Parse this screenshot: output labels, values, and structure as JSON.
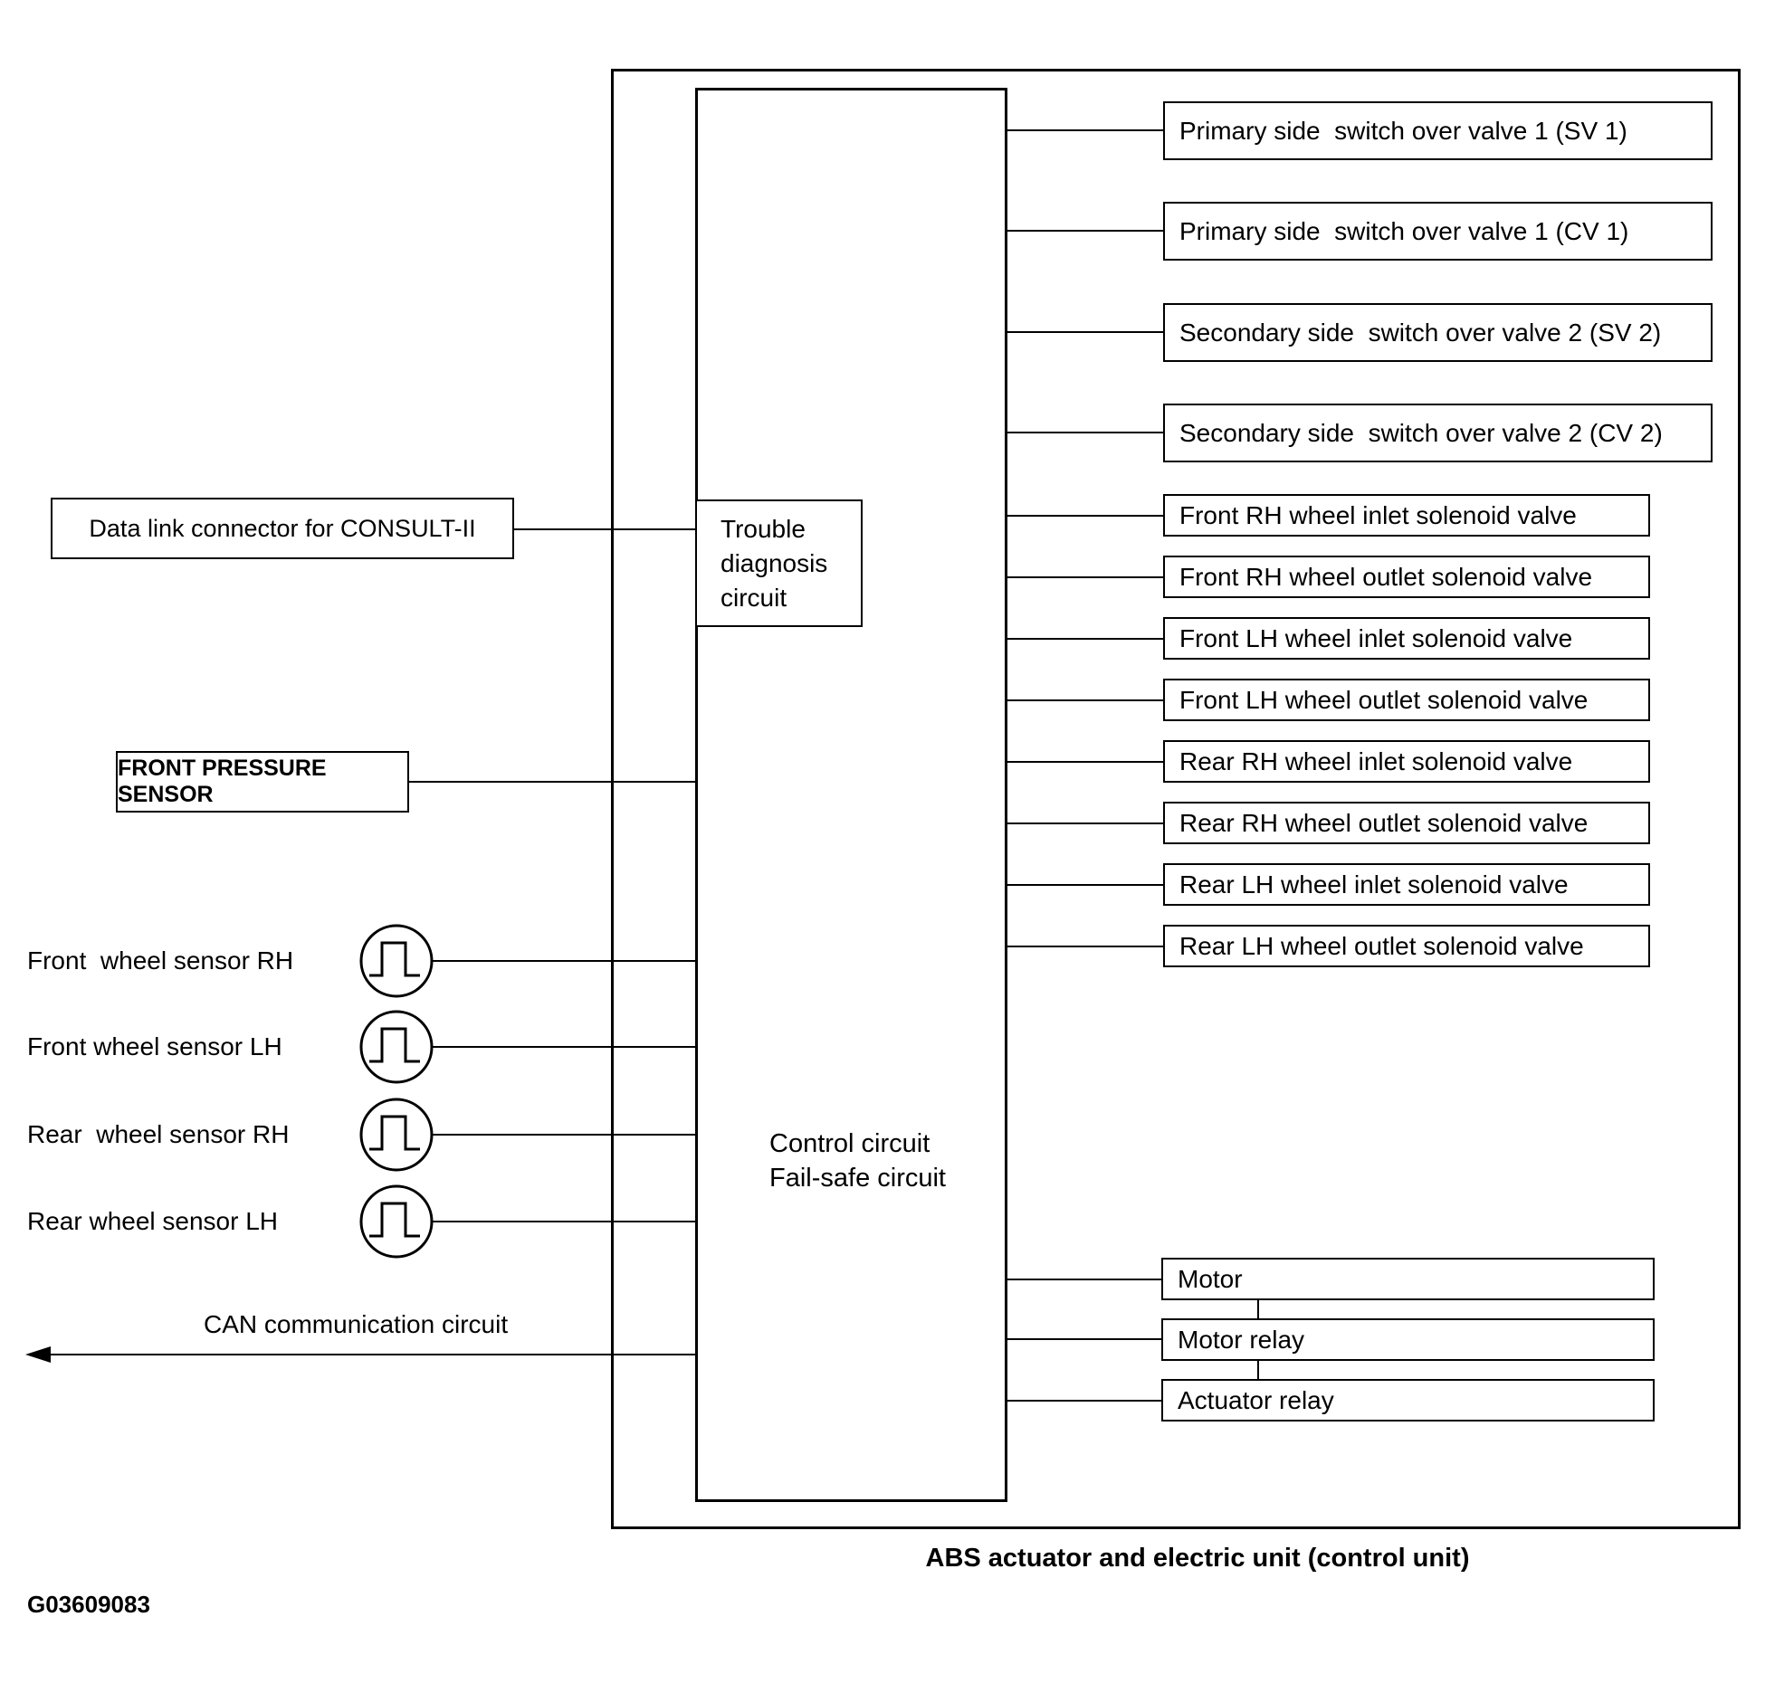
{
  "footer": {
    "caption": "ABS actuator and electric unit (control unit)",
    "figure_id": "G03609083"
  },
  "control_unit": {
    "control_circuit_label": "Control circuit\nFail-safe circuit",
    "trouble_diagnosis_label": "Trouble\ndiagnosis\ncircuit"
  },
  "left": {
    "data_link_label": "Data link connector for CONSULT-II",
    "pressure_sensor_label": "FRONT PRESSURE SENSOR",
    "wheel_sensor_labels": [
      "Front  wheel sensor RH",
      "Front wheel sensor LH",
      "Rear  wheel sensor RH",
      "Rear wheel sensor LH"
    ],
    "can_label": "CAN communication circuit",
    "pulse_icon": "pulse-signal-in-circle"
  },
  "right": {
    "switch_over_valves": [
      "Primary side  switch over valve 1 (SV 1)",
      "Primary side  switch over valve 1 (CV 1)",
      "Secondary side  switch over valve 2 (SV 2)",
      "Secondary side  switch over valve 2 (CV 2)"
    ],
    "solenoid_valves": [
      "Front RH wheel inlet solenoid valve",
      "Front RH wheel outlet solenoid valve",
      "Front LH wheel inlet solenoid valve",
      "Front LH wheel outlet solenoid valve",
      "Rear RH wheel inlet solenoid valve",
      "Rear RH wheel outlet solenoid valve",
      "Rear LH wheel inlet solenoid valve",
      "Rear LH wheel outlet solenoid valve"
    ],
    "motor_chain": [
      "Motor",
      "Motor relay",
      "Actuator relay"
    ]
  },
  "colors": {
    "line": "#000000",
    "background": "#ffffff"
  }
}
